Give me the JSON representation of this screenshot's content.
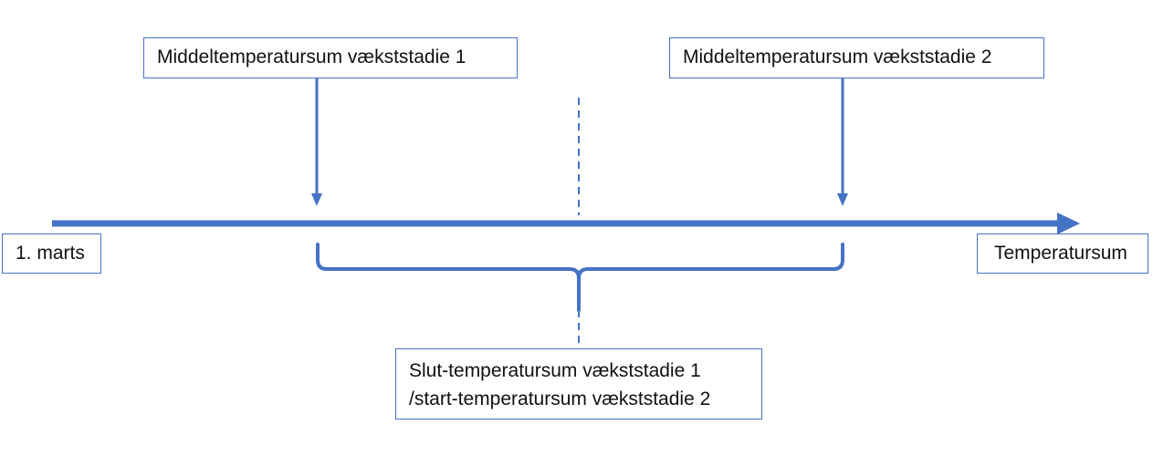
{
  "labels": {
    "stage1_mean": "Middeltemperatursum vækststadie 1",
    "stage2_mean": "Middeltemperatursum vækststadie 2",
    "start": "1. marts",
    "axis_end": "Temperatursum",
    "boundary_line1": "Slut-temperatursum vækststadie 1",
    "boundary_line2": "/start-temperatursum vækststadie 2"
  },
  "colors": {
    "accent": "#4472C4",
    "text": "#111111",
    "background": "#ffffff"
  }
}
